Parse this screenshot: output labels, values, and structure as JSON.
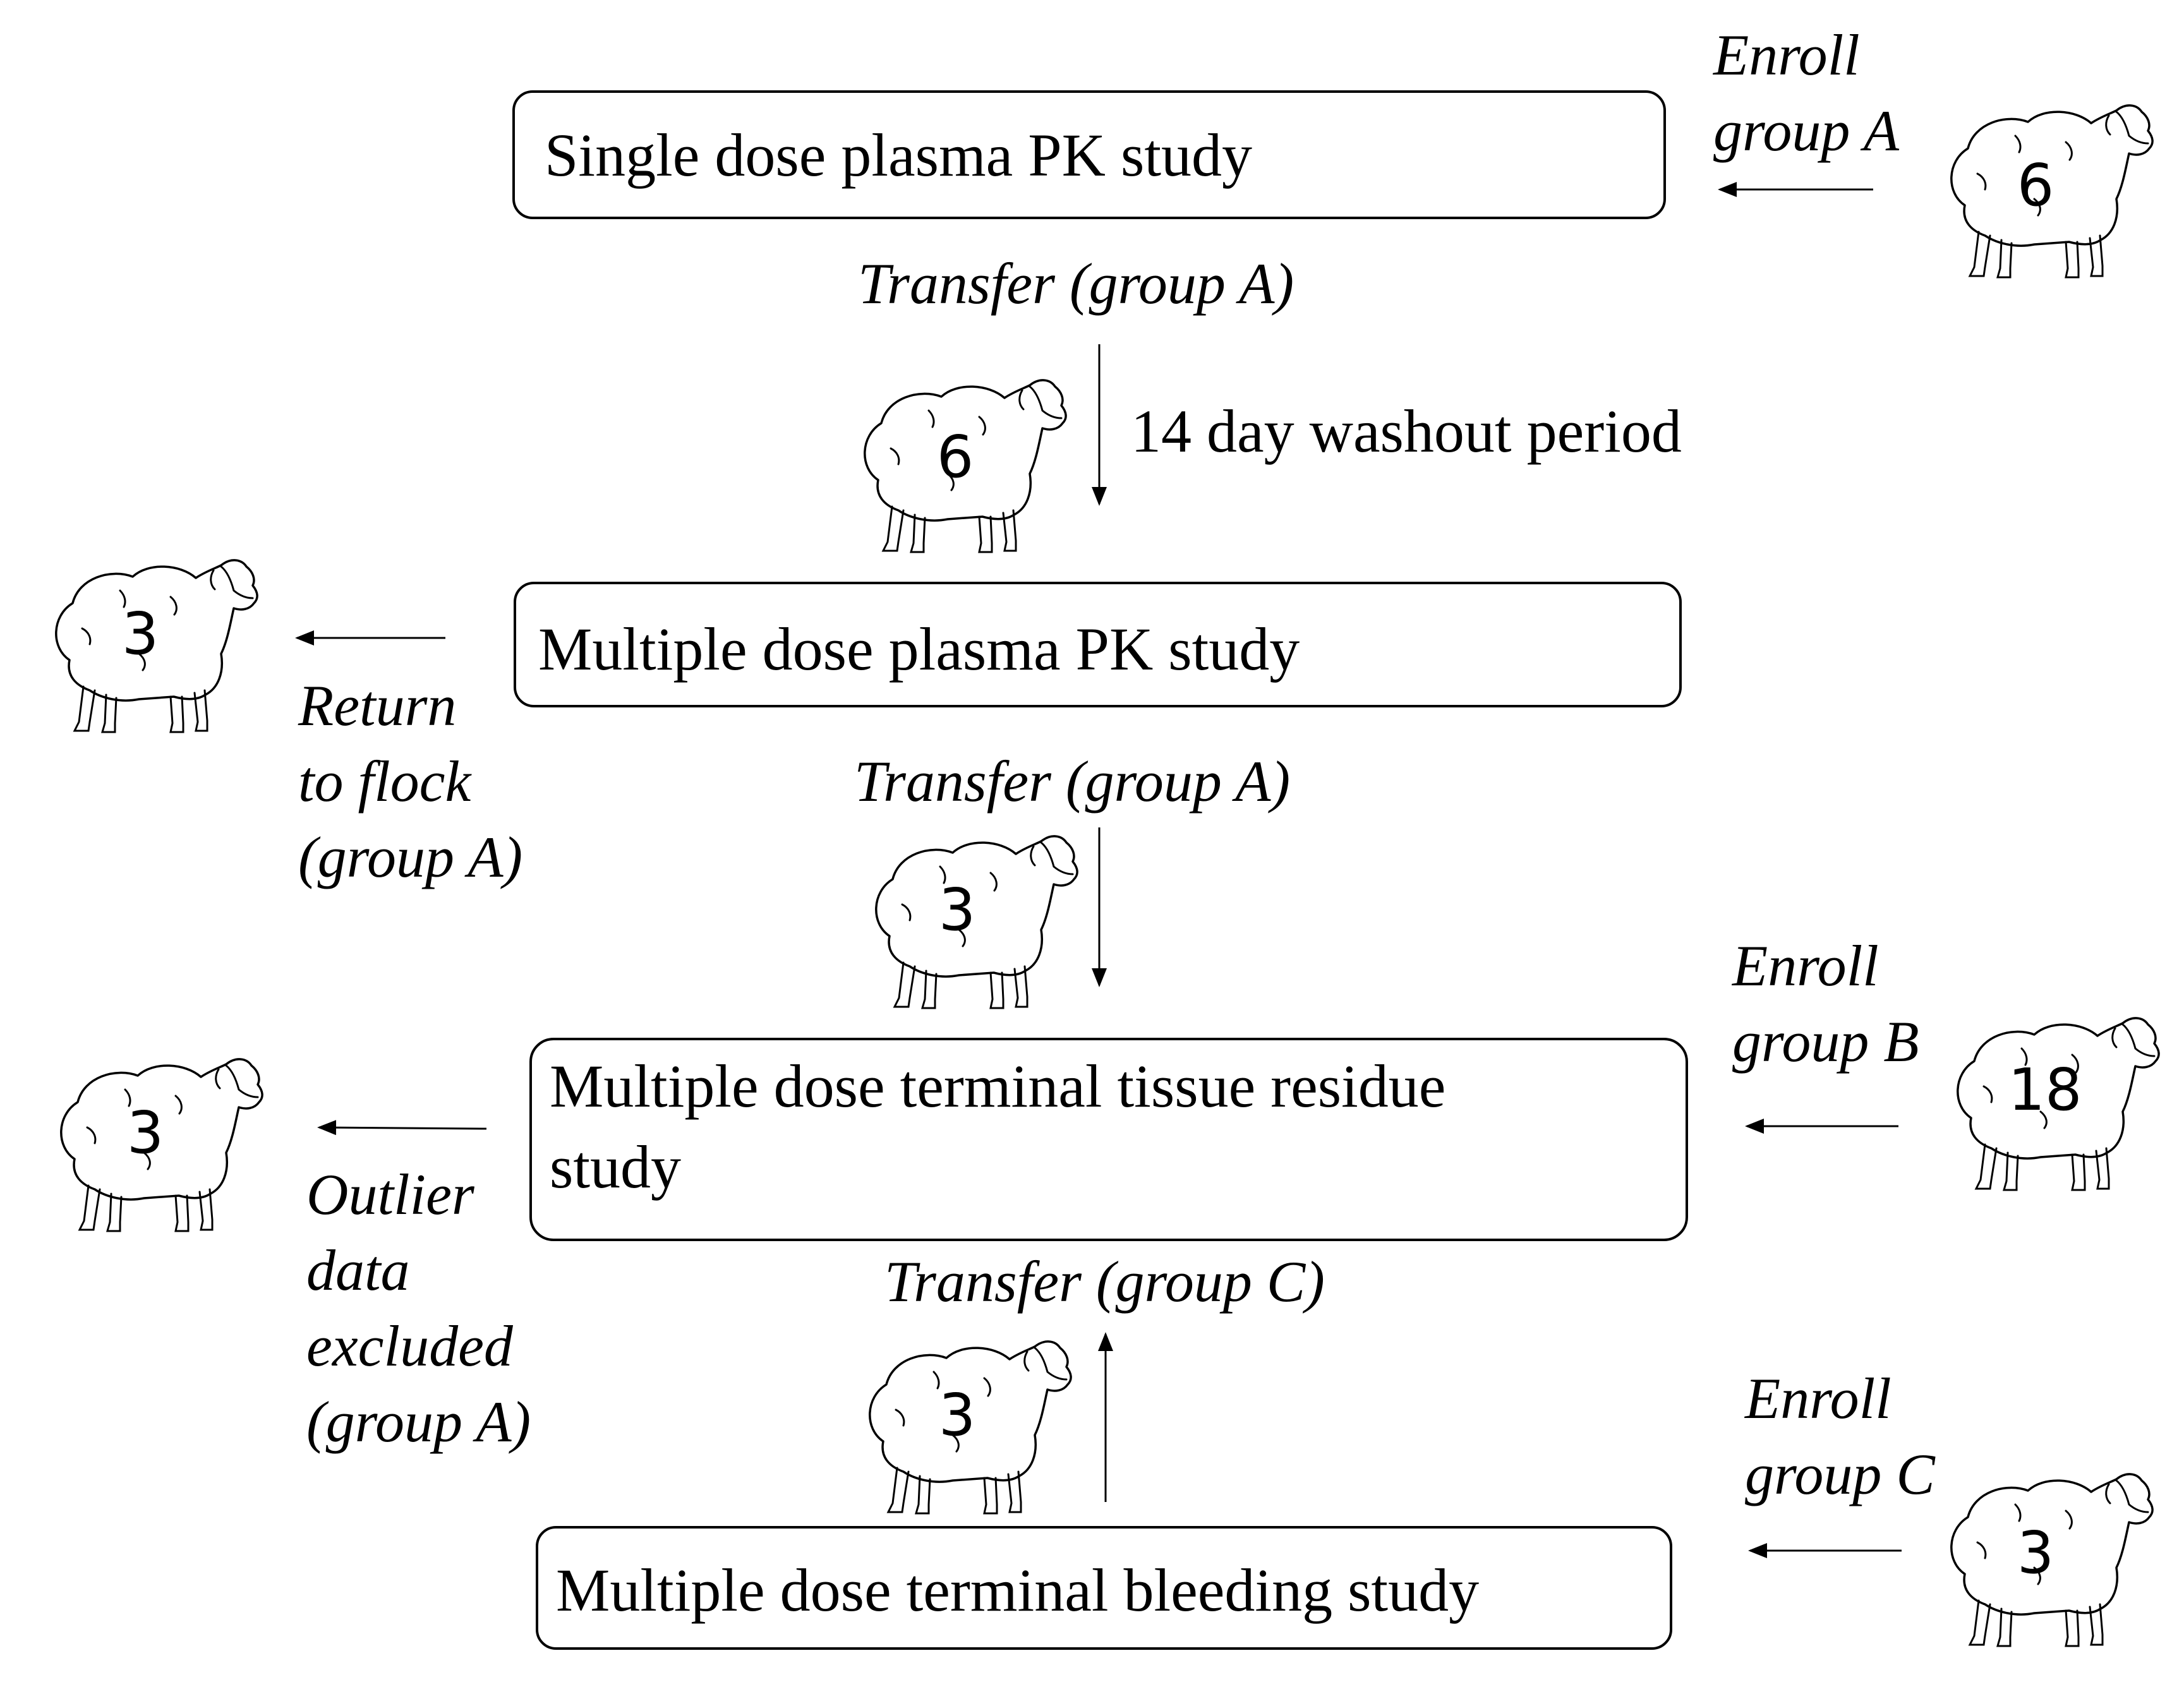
{
  "boxes": {
    "single_dose": "Single dose plasma PK study",
    "multiple_dose_pk": "Multiple dose plasma PK study",
    "tissue_residue_line1": "Multiple dose terminal tissue residue",
    "tissue_residue_line2": "study",
    "bleeding": "Multiple dose terminal bleeding study"
  },
  "labels": {
    "enroll_a_line1": "Enroll",
    "enroll_a_line2": "group A",
    "transfer_a_1": "Transfer (group A)",
    "washout": "14 day washout period",
    "return_line1": "Return",
    "return_line2": "to flock",
    "return_line3": "(group A)",
    "transfer_a_2": "Transfer (group A)",
    "enroll_b_line1": "Enroll",
    "enroll_b_line2": "group B",
    "outlier_line1": "Outlier",
    "outlier_line2": "data",
    "outlier_line3": "excluded",
    "outlier_line4": "(group A)",
    "transfer_c": "Transfer (group C)",
    "enroll_c_line1": "Enroll",
    "enroll_c_line2": "group C"
  },
  "counts": {
    "enroll_a": "6",
    "washout": "6",
    "returned": "3",
    "transfer_a": "3",
    "excluded": "3",
    "enroll_b": "18",
    "transfer_c": "3",
    "enroll_c": "3"
  }
}
